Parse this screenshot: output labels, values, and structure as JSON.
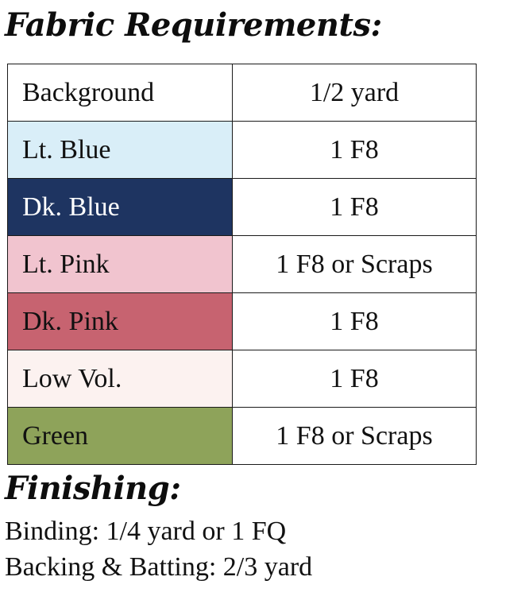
{
  "fabric": {
    "heading": "Fabric Requirements:",
    "rows": [
      {
        "name": "Background",
        "amount": "1/2 yard",
        "swatch": "#ffffff",
        "text_color": "#111111"
      },
      {
        "name": "Lt. Blue",
        "amount": "1 F8",
        "swatch": "#d9eef8",
        "text_color": "#111111"
      },
      {
        "name": "Dk. Blue",
        "amount": "1 F8",
        "swatch": "#1e3461",
        "text_color": "#ffffff"
      },
      {
        "name": "Lt. Pink",
        "amount": "1 F8 or Scraps",
        "swatch": "#f1c4cf",
        "text_color": "#111111"
      },
      {
        "name": "Dk. Pink",
        "amount": "1 F8",
        "swatch": "#c76370",
        "text_color": "#111111"
      },
      {
        "name": "Low Vol.",
        "amount": "1 F8",
        "swatch": "#fcf2f0",
        "text_color": "#111111"
      },
      {
        "name": "Green",
        "amount": "1 F8 or Scraps",
        "swatch": "#8ea35a",
        "text_color": "#111111"
      }
    ]
  },
  "finishing": {
    "heading": "Finishing:",
    "items": [
      "Binding: 1/4 yard or 1 FQ",
      "Backing & Batting: 2/3 yard"
    ]
  }
}
